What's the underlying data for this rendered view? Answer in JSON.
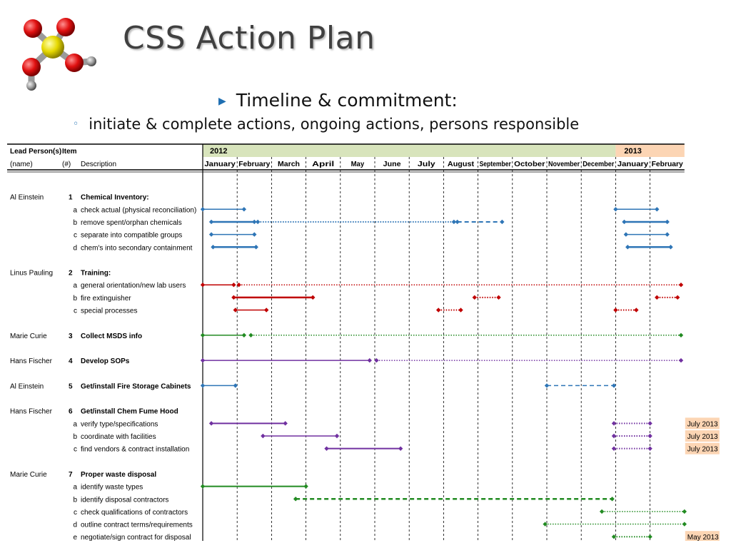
{
  "slide": {
    "title": "CSS Action Plan",
    "bullet_level1": "Timeline & commitment:",
    "bullet_level2": "initiate & complete actions, ongoing actions, persons responsible"
  },
  "table": {
    "headers": {
      "lead": "Lead Person(s)",
      "lead_sub": "(name)",
      "item": "Item",
      "item_sub": "(#)",
      "desc": "Description"
    },
    "years": [
      {
        "label": "2012",
        "color": "#d8e4bc"
      },
      {
        "label": "2013",
        "color": "#fcd5b4"
      }
    ],
    "months": [
      "January",
      "February",
      "March",
      "April",
      "May",
      "June",
      "July",
      "August",
      "September",
      "October",
      "November",
      "December",
      "January",
      "February"
    ],
    "rows": [
      {
        "lead": "",
        "num": "",
        "letter": "",
        "text": ""
      },
      {
        "lead": "Al Einstein",
        "num": "1",
        "letter": "",
        "text": "Chemical Inventory:"
      },
      {
        "lead": "",
        "num": "",
        "letter": "a",
        "text": "check actual (physical reconciliation)"
      },
      {
        "lead": "",
        "num": "",
        "letter": "b",
        "text": "remove spent/orphan chemicals"
      },
      {
        "lead": "",
        "num": "",
        "letter": "c",
        "text": "separate into compatible groups"
      },
      {
        "lead": "",
        "num": "",
        "letter": "d",
        "text": "chem's into secondary containment"
      },
      {
        "lead": "",
        "num": "",
        "letter": "",
        "text": ""
      },
      {
        "lead": "Linus Pauling",
        "num": "2",
        "letter": "",
        "text": "Training:"
      },
      {
        "lead": "",
        "num": "",
        "letter": "a",
        "text": "general orientation/new lab users"
      },
      {
        "lead": "",
        "num": "",
        "letter": "b",
        "text": "fire extinguisher"
      },
      {
        "lead": "",
        "num": "",
        "letter": "c",
        "text": "special processes"
      },
      {
        "lead": "",
        "num": "",
        "letter": "",
        "text": ""
      },
      {
        "lead": "Marie Curie",
        "num": "3",
        "letter": "",
        "text": "Collect MSDS info"
      },
      {
        "lead": "",
        "num": "",
        "letter": "",
        "text": ""
      },
      {
        "lead": "Hans Fischer",
        "num": "4",
        "letter": "",
        "text": "Develop SOPs"
      },
      {
        "lead": "",
        "num": "",
        "letter": "",
        "text": ""
      },
      {
        "lead": "Al Einstein",
        "num": "5",
        "letter": "",
        "text": "Get/install Fire Storage Cabinets"
      },
      {
        "lead": "",
        "num": "",
        "letter": "",
        "text": ""
      },
      {
        "lead": "Hans Fischer",
        "num": "6",
        "letter": "",
        "text": "Get/install Chem Fume Hood"
      },
      {
        "lead": "",
        "num": "",
        "letter": "a",
        "text": "verify type/specifications"
      },
      {
        "lead": "",
        "num": "",
        "letter": "b",
        "text": "coordinate with facilities"
      },
      {
        "lead": "",
        "num": "",
        "letter": "c",
        "text": "find vendors & contract installation"
      },
      {
        "lead": "",
        "num": "",
        "letter": "",
        "text": ""
      },
      {
        "lead": "Marie Curie",
        "num": "7",
        "letter": "",
        "text": "Proper waste disposal"
      },
      {
        "lead": "",
        "num": "",
        "letter": "a",
        "text": "identify waste types"
      },
      {
        "lead": "",
        "num": "",
        "letter": "b",
        "text": "identify disposal contractors"
      },
      {
        "lead": "",
        "num": "",
        "letter": "c",
        "text": "check qualifications of contractors"
      },
      {
        "lead": "",
        "num": "",
        "letter": "d",
        "text": "outline contract terms/requirements"
      },
      {
        "lead": "",
        "num": "",
        "letter": "e",
        "text": "negotiate/sign contract for disposal"
      }
    ],
    "segments": [
      {
        "row": 2,
        "start": 0.0,
        "end": 1.2,
        "color": "#2e75b6",
        "style": "solid",
        "weight": 1.5
      },
      {
        "row": 2,
        "start": 12.0,
        "end": 13.2,
        "color": "#2e75b6",
        "style": "solid",
        "weight": 1.5
      },
      {
        "row": 3,
        "start": 0.25,
        "end": 1.5,
        "color": "#2e75b6",
        "style": "solid",
        "weight": 2.5
      },
      {
        "row": 3,
        "start": 1.6,
        "end": 7.3,
        "color": "#2e75b6",
        "style": "dotted",
        "weight": 2
      },
      {
        "row": 3,
        "start": 7.4,
        "end": 8.7,
        "color": "#2e75b6",
        "style": "dashed",
        "weight": 2
      },
      {
        "row": 3,
        "start": 12.25,
        "end": 13.5,
        "color": "#2e75b6",
        "style": "solid",
        "weight": 2.5
      },
      {
        "row": 4,
        "start": 0.25,
        "end": 1.5,
        "color": "#2e75b6",
        "style": "solid",
        "weight": 1.5
      },
      {
        "row": 4,
        "start": 12.3,
        "end": 13.5,
        "color": "#2e75b6",
        "style": "solid",
        "weight": 1.5
      },
      {
        "row": 5,
        "start": 0.3,
        "end": 1.55,
        "color": "#2e75b6",
        "style": "solid",
        "weight": 2.5
      },
      {
        "row": 5,
        "start": 12.35,
        "end": 13.6,
        "color": "#2e75b6",
        "style": "solid",
        "weight": 2.5
      },
      {
        "row": 8,
        "start": 0.0,
        "end": 0.9,
        "color": "#c00000",
        "style": "solid",
        "weight": 1.5
      },
      {
        "row": 8,
        "start": 1.05,
        "end": 13.9,
        "color": "#c00000",
        "style": "dotted",
        "weight": 1.5
      },
      {
        "row": 9,
        "start": 0.9,
        "end": 3.2,
        "color": "#c00000",
        "style": "solid",
        "weight": 2.5
      },
      {
        "row": 9,
        "start": 7.9,
        "end": 8.6,
        "color": "#c00000",
        "style": "dotted",
        "weight": 2
      },
      {
        "row": 9,
        "start": 13.2,
        "end": 13.8,
        "color": "#c00000",
        "style": "dotted",
        "weight": 2
      },
      {
        "row": 10,
        "start": 0.95,
        "end": 1.85,
        "color": "#c00000",
        "style": "solid",
        "weight": 1.5
      },
      {
        "row": 10,
        "start": 6.85,
        "end": 7.5,
        "color": "#c00000",
        "style": "dotted",
        "weight": 2
      },
      {
        "row": 10,
        "start": 12.0,
        "end": 12.6,
        "color": "#c00000",
        "style": "dotted",
        "weight": 2
      },
      {
        "row": 12,
        "start": 0.0,
        "end": 1.2,
        "color": "#228b22",
        "style": "solid",
        "weight": 1.5
      },
      {
        "row": 12,
        "start": 1.4,
        "end": 13.9,
        "color": "#228b22",
        "style": "dotted",
        "weight": 1.5
      },
      {
        "row": 14,
        "start": 0.0,
        "end": 4.85,
        "color": "#7030a0",
        "style": "solid",
        "weight": 1.5
      },
      {
        "row": 14,
        "start": 5.05,
        "end": 13.9,
        "color": "#7030a0",
        "style": "dotted",
        "weight": 1.5
      },
      {
        "row": 16,
        "start": 0.0,
        "end": 0.95,
        "color": "#2e75b6",
        "style": "solid",
        "weight": 1.5
      },
      {
        "row": 16,
        "start": 10.0,
        "end": 11.95,
        "color": "#2e75b6",
        "style": "dashed",
        "weight": 1.5
      },
      {
        "row": 19,
        "start": 0.25,
        "end": 2.4,
        "color": "#7030a0",
        "style": "solid",
        "weight": 2
      },
      {
        "row": 19,
        "start": 11.95,
        "end": 13.0,
        "color": "#7030a0",
        "style": "dotted",
        "weight": 2
      },
      {
        "row": 20,
        "start": 1.75,
        "end": 3.9,
        "color": "#7030a0",
        "style": "solid",
        "weight": 1.5
      },
      {
        "row": 20,
        "start": 11.95,
        "end": 13.0,
        "color": "#7030a0",
        "style": "dotted",
        "weight": 2
      },
      {
        "row": 21,
        "start": 3.6,
        "end": 5.75,
        "color": "#7030a0",
        "style": "solid",
        "weight": 2
      },
      {
        "row": 21,
        "start": 11.95,
        "end": 13.0,
        "color": "#7030a0",
        "style": "dotted",
        "weight": 2
      },
      {
        "row": 24,
        "start": 0.0,
        "end": 3.0,
        "color": "#228b22",
        "style": "solid",
        "weight": 2
      },
      {
        "row": 25,
        "start": 2.7,
        "end": 11.9,
        "color": "#228b22",
        "style": "dashed",
        "weight": 2.5
      },
      {
        "row": 26,
        "start": 11.6,
        "end": 14.0,
        "color": "#228b22",
        "style": "dotted",
        "weight": 1.5
      },
      {
        "row": 27,
        "start": 9.95,
        "end": 14.0,
        "color": "#228b22",
        "style": "dotted",
        "weight": 1.5
      },
      {
        "row": 28,
        "start": 11.95,
        "end": 13.0,
        "color": "#228b22",
        "style": "dotted",
        "weight": 2
      }
    ],
    "notes": [
      {
        "row": 19,
        "text": "July 2013",
        "color": "#fcd5b4"
      },
      {
        "row": 20,
        "text": "July 2013",
        "color": "#fcd5b4"
      },
      {
        "row": 21,
        "text": "July 2013",
        "color": "#fcd5b4"
      },
      {
        "row": 28,
        "text": "May 2013",
        "color": "#fcd5b4"
      }
    ]
  }
}
